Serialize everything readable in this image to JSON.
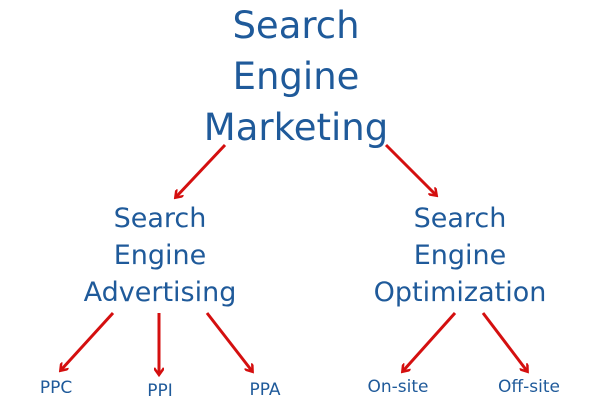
{
  "colors": {
    "text": "#1f5a9a",
    "arrow": "#d40f0f"
  },
  "root": {
    "lines": [
      "Search",
      "Engine",
      "Marketing"
    ]
  },
  "branches": [
    {
      "lines": [
        "Search",
        "Engine",
        "Advertising"
      ],
      "children": [
        "PPC",
        "PPI",
        "PPA"
      ]
    },
    {
      "lines": [
        "Search",
        "Engine",
        "Optimization"
      ],
      "children": [
        "On-site",
        "Off-site"
      ]
    }
  ]
}
